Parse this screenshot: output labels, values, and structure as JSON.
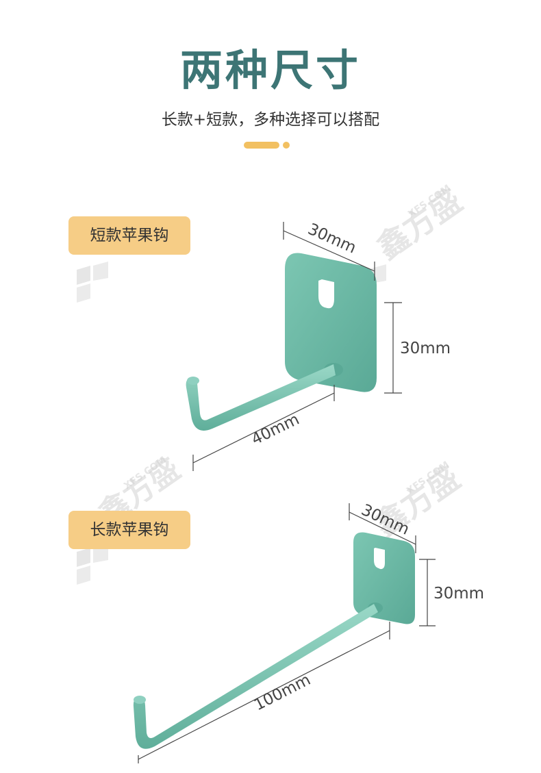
{
  "header": {
    "title": "两种尺寸",
    "subtitle": "长款+短款，多种选择可以搭配"
  },
  "tags": {
    "short": "短款苹果钩",
    "long": "长款苹果钩"
  },
  "short_hook": {
    "width_label": "30mm",
    "height_label": "30mm",
    "length_label": "40mm"
  },
  "long_hook": {
    "width_label": "30mm",
    "height_label": "30mm",
    "length_label": "100mm"
  },
  "watermark": {
    "brand": "鑫方盛",
    "site": "XFS.COM"
  },
  "colors": {
    "title": "#3d7575",
    "accent": "#f2c061",
    "tag": "#f6cd86",
    "hook": "#6fbfa8"
  }
}
